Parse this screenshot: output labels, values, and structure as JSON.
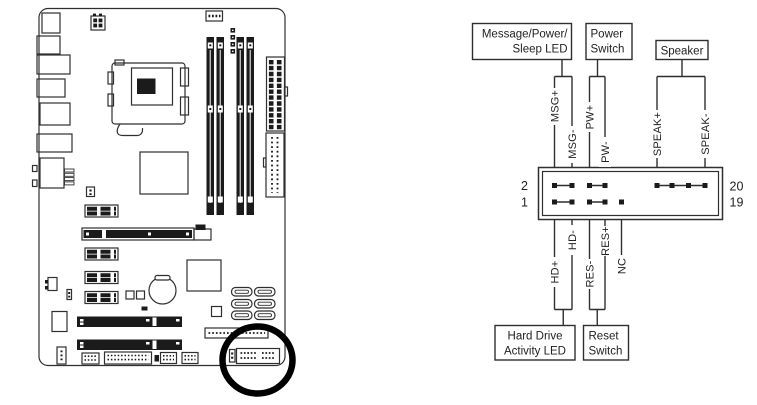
{
  "page": {
    "background": "#ffffff",
    "line_color": "#2f2f2f",
    "dark_fill": "#1b1b1b",
    "highlight_color": "#000000"
  },
  "motherboard": {
    "description_icons": [
      "motherboard-outline",
      "io-ports",
      "cpu-socket",
      "dimm-slots",
      "atx-power-connector",
      "ide-connector",
      "pcie-slots",
      "pci-slots",
      "sata-ports",
      "cmos-battery",
      "front-panel-header",
      "highlight-circle"
    ]
  },
  "pinout": {
    "boxes": {
      "message_power_sleep_led": {
        "line1": "Message/Power/",
        "line2": "Sleep LED"
      },
      "power_switch": {
        "line1": "Power",
        "line2": "Switch"
      },
      "speaker": {
        "label": "Speaker"
      },
      "hard_drive_activity_led": {
        "line1": "Hard Drive",
        "line2": "Activity LED"
      },
      "reset_switch": {
        "line1": "Reset",
        "line2": "Switch"
      }
    },
    "pin_labels": {
      "msg_plus": "MSG+",
      "msg_minus": "MSG-",
      "pw_plus": "PW+",
      "pw_minus": "PW-",
      "speak_plus": "SPEAK+",
      "speak_minus": "SPEAK-",
      "hd_plus": "HD+",
      "hd_minus": "HD-",
      "res_minus": "RES-",
      "res_plus": "RES+",
      "nc": "NC"
    },
    "pin_numbers": {
      "top_left": "2",
      "bottom_left": "1",
      "top_right": "20",
      "bottom_right": "19"
    }
  }
}
